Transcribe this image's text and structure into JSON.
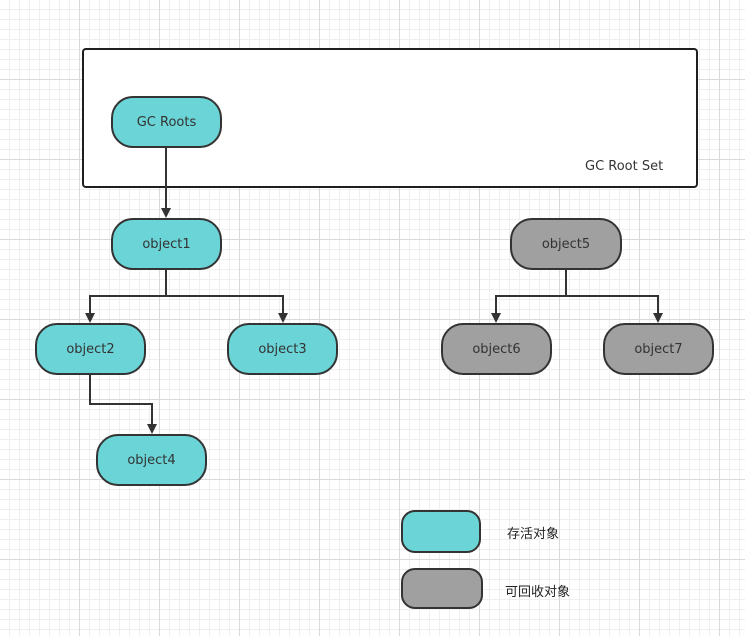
{
  "root_set": {
    "label": "GC Root Set"
  },
  "nodes": {
    "gc_roots": "GC Roots",
    "object1": "object1",
    "object2": "object2",
    "object3": "object3",
    "object4": "object4",
    "object5": "object5",
    "object6": "object6",
    "object7": "object7"
  },
  "legend": {
    "alive_label": "存活对象",
    "collectible_label": "可回收对象"
  },
  "colors": {
    "alive": "#6bd4d7",
    "collectible": "#a0a0a0",
    "stroke": "#333333"
  }
}
